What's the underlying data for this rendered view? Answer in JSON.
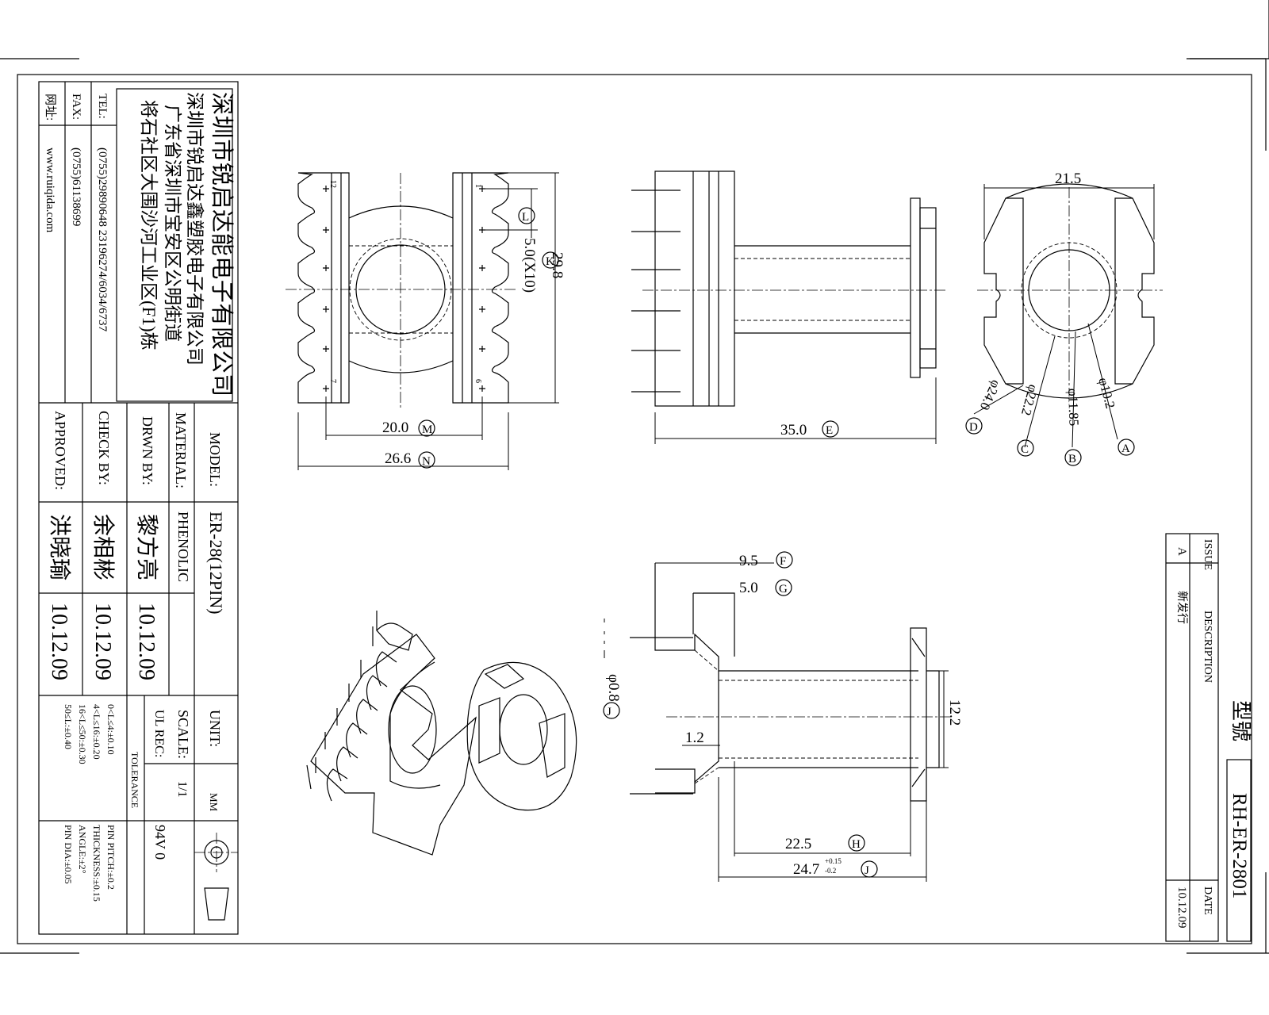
{
  "title_block": {
    "company_cn_1": "深圳市锐启达能电子有限公司",
    "company_cn_2": "深圳市锐启达鑫塑胶电子有限公司",
    "address_1": "广东省深圳市宝安区公明街道",
    "address_2": "将石社区大围沙河工业区(F1)栋",
    "tel_label": "TEL:",
    "tel_value": "(0755)29890648  23196274/6034/6737",
    "fax_label": "FAX:",
    "fax_value": "(0755)61138699",
    "web_label": "网址:",
    "web_value": "www.ruiqida.com",
    "model_label": "MODEL:",
    "model_value": "ER-28(12PIN)",
    "material_label": "MATERIAL:",
    "material_value": "PHENOLIC",
    "drwn_label": "DRWN BY:",
    "drwn_name": "黎方亮",
    "drwn_date": "10.12.09",
    "check_label": "CHECK BY:",
    "check_name": "余相彬",
    "check_date": "10.12.09",
    "approved_label": "APPROVED:",
    "approved_name": "洪晓瑜",
    "approved_date": "10.12.09",
    "unit_label": "UNIT:",
    "unit_value": "MM",
    "scale_label": "SCALE:",
    "scale_value": "1/1",
    "ul_label": "UL REC:",
    "ul_value": "94V 0",
    "tolerance_title": "TOLERANCE",
    "tolerance_lines": [
      "0<L≤4:±0.10",
      "4<L≤16:±0.20",
      "16<L≤50:±0.30",
      "50≤L:±0.40"
    ],
    "tolerance_right": [
      "PIN PITCH:±0.2",
      "THICKNESS:±0.15",
      "ANGLE:±2°",
      "PIN DIA:±0.05"
    ]
  },
  "revision_block": {
    "issue_label": "ISSUE",
    "issue_value": "A",
    "description_label": "DESCRIPTION",
    "description_value": "新发行",
    "date_label": "DATE",
    "date_value": "10.12.09",
    "model_no_label": "型號",
    "model_no_value": "RH-ER-2801"
  },
  "dimensions": {
    "d_pitch": "5.0(X10)",
    "d_height": "29.8",
    "d_inner": "20.0",
    "d_outer": "26.6",
    "d_length": "35.0",
    "d_top_width": "21.5",
    "d_phi_a": "φ10.2",
    "d_phi_b": "φ11.85",
    "d_phi_c": "φ22.2",
    "d_phi_d": "φ24.0",
    "d_f": "9.5",
    "d_g": "5.0",
    "d_pin": "φ0.8",
    "d_flange": "1.2",
    "d_slot": "12.2",
    "d_h": "22.5",
    "d_j": "24.7",
    "d_j_tol_up": "+0.15",
    "d_j_tol_dn": "-0.2"
  },
  "markers": {
    "A": "A",
    "B": "B",
    "C": "C",
    "D": "D",
    "E": "E",
    "F": "F",
    "G": "G",
    "H": "H",
    "J": "J",
    "K": "K",
    "L": "L",
    "M": "M",
    "N": "N"
  },
  "pin_numbers": {
    "p12": "12",
    "p7": "7",
    "p1": "1",
    "p6": "6"
  }
}
